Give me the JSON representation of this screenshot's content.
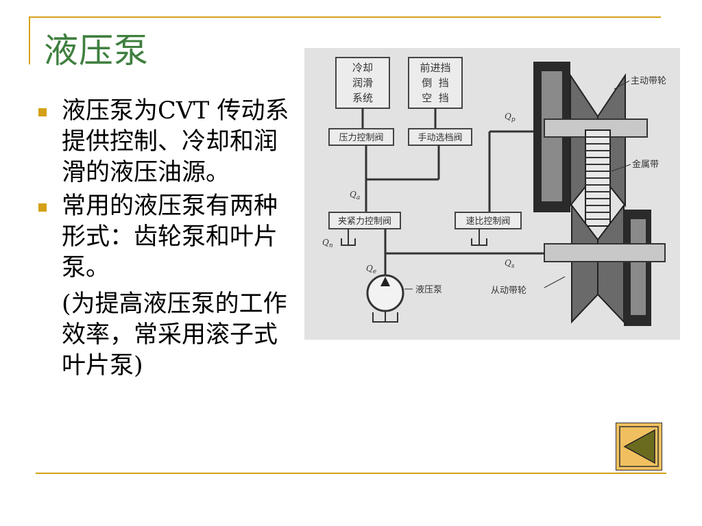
{
  "slide": {
    "title": "液压泵",
    "bullets": [
      "液压泵为CVT 传动系提供控制、冷却和润滑的液压油源。",
      "常用的液压泵有两种形式：齿轮泵和叶片泵。"
    ],
    "note": "(为提高液压泵的工作效率，常采用滚子式叶片泵)"
  },
  "figure": {
    "box_cooling": [
      "冷却",
      "润滑",
      "系统"
    ],
    "box_gear": [
      "前进挡",
      "倒  挡",
      "空  挡"
    ],
    "valve_pressure": "压力控制阀",
    "valve_manual": "手动选档阀",
    "valve_clamp": "夹紧力控制阀",
    "valve_ratio": "速比控制阀",
    "pump_label": "液压泵",
    "drive_pulley": "主动带轮",
    "belt": "金属带",
    "driven_pulley": "从动带轮",
    "flow_p": "Q",
    "flow_p_sub": "p",
    "flow_a": "Q",
    "flow_a_sub": "a",
    "flow_n": "Q",
    "flow_n_sub": "n",
    "flow_e": "Q",
    "flow_e_sub": "e",
    "flow_s": "Q",
    "flow_s_sub": "s"
  },
  "colors": {
    "accent": "#d4a017",
    "title": "#3f7f3f",
    "nav_fill": "#f0c060",
    "nav_arrow": "#6b6b20"
  },
  "nav": {
    "icon": "back-triangle-icon"
  }
}
